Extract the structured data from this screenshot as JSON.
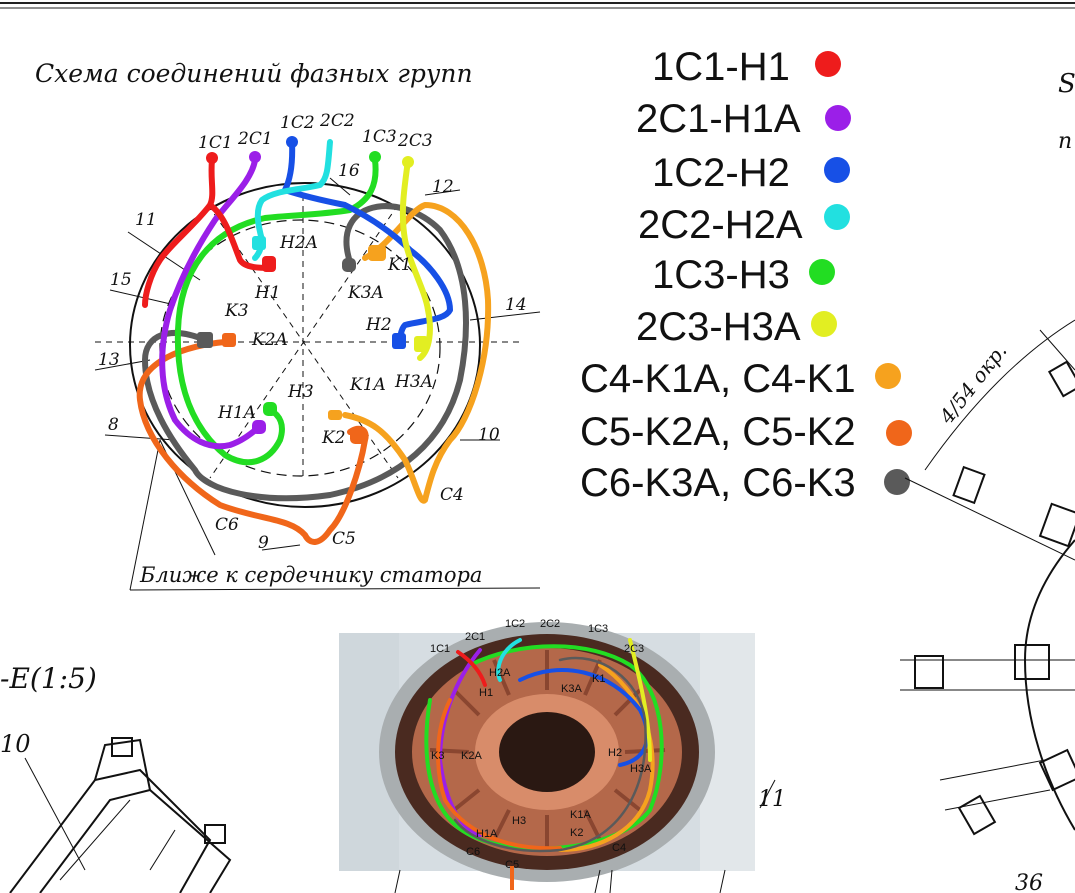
{
  "diagram": {
    "title": "Схема соединений фазных групп",
    "bottom_note": "Ближе к сердечнику статора",
    "top_terminals": [
      "1C1",
      "2C1",
      "1C2",
      "2C2",
      "1C3",
      "2C3"
    ],
    "inner_labels": [
      "H2A",
      "H1",
      "K3",
      "K2A",
      "H3",
      "H1A",
      "K3A",
      "H2",
      "H3A",
      "K1A",
      "K2",
      "K1"
    ],
    "bottom_labels": [
      "C6",
      "C5",
      "C4"
    ],
    "callouts": [
      "11",
      "15",
      "13",
      "8",
      "9",
      "16",
      "12",
      "14",
      "10"
    ]
  },
  "legend": {
    "items": [
      {
        "label": "1C1-H1",
        "color": "#ee1c1c"
      },
      {
        "label": "2C1-H1A",
        "color": "#9b1fe8"
      },
      {
        "label": "1C2-H2",
        "color": "#1750e6"
      },
      {
        "label": "2C2-H2A",
        "color": "#22e0e0"
      },
      {
        "label": "1C3-H3",
        "color": "#22dd22"
      },
      {
        "label": "2C3-H3A",
        "color": "#e2ee22"
      },
      {
        "label": "C4-K1A, C4-K1",
        "color": "#f6a21e"
      },
      {
        "label": "C5-K2A, C5-K2",
        "color": "#f0661a"
      },
      {
        "label": "C6-K3A, C6-K3",
        "color": "#5a5a5a"
      }
    ]
  },
  "right_drawing": {
    "angle_label": "4/54 окр.",
    "page_number": "36",
    "corner_letters": [
      "S",
      "п"
    ]
  },
  "left_drawing": {
    "section_label": "-E(1:5)",
    "callout": "10"
  },
  "photo": {
    "labels": [
      "1C1",
      "2C1",
      "1C2",
      "2C2",
      "1C3",
      "2C3",
      "H2A",
      "H1",
      "K3A",
      "K1",
      "K3",
      "K2A",
      "H2",
      "H3A",
      "H3",
      "K1A",
      "H1A",
      "K2",
      "C6",
      "C5",
      "C4"
    ],
    "callout": "11"
  }
}
